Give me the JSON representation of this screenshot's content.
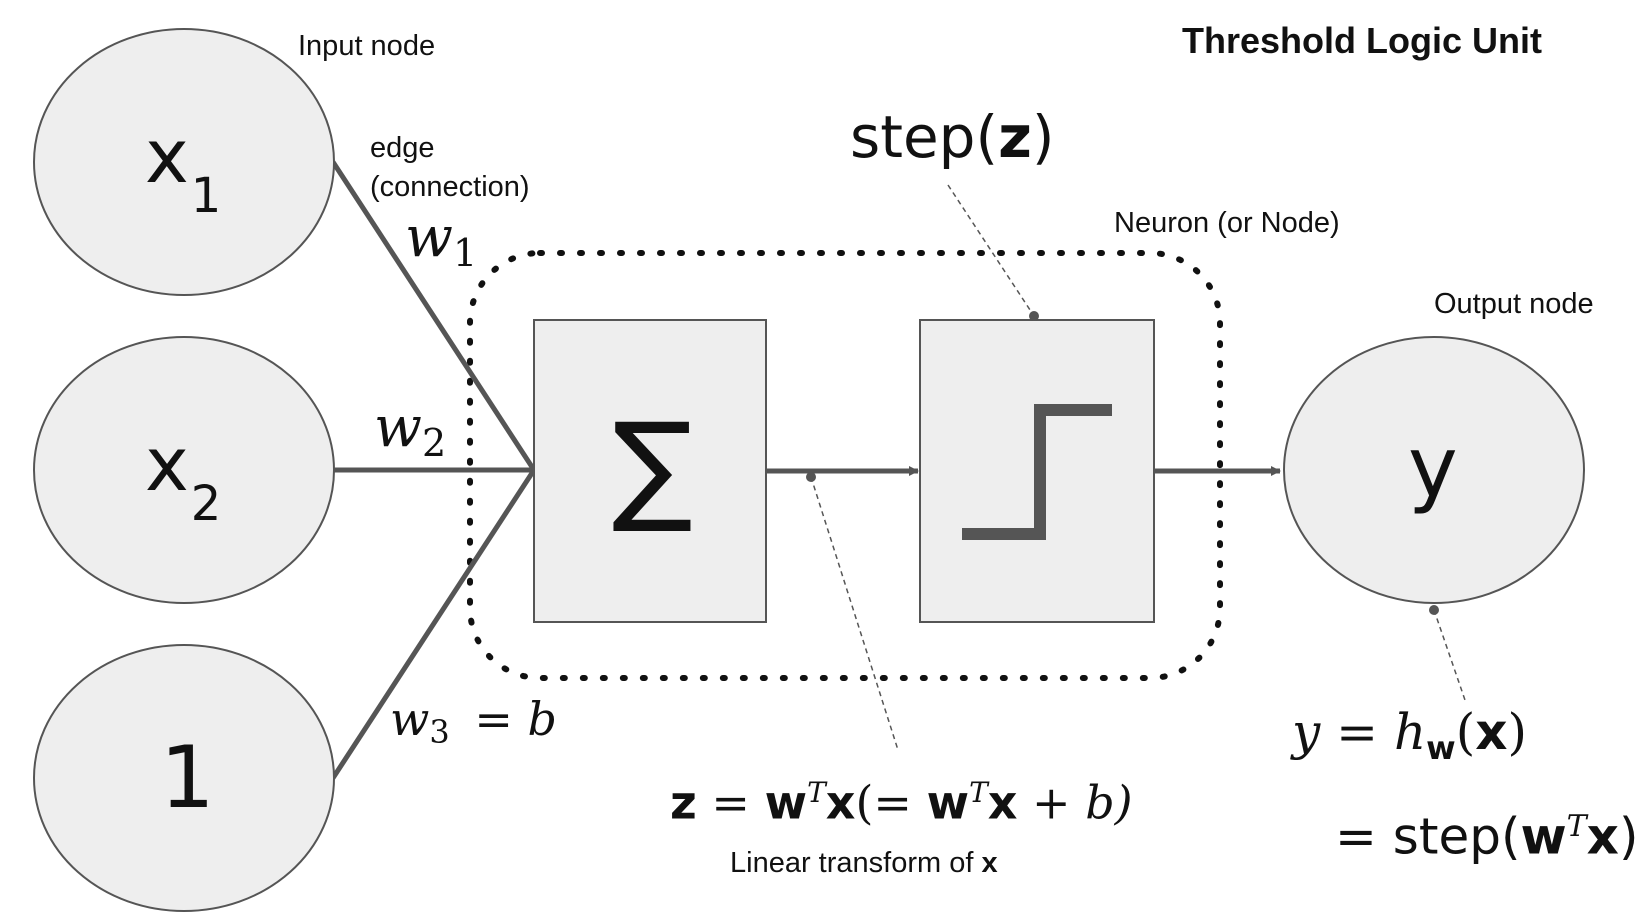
{
  "title": "Threshold Logic Unit",
  "inputs": [
    {
      "base": "x",
      "sub": "1"
    },
    {
      "base": "x",
      "sub": "2"
    },
    {
      "base": "1",
      "sub": ""
    }
  ],
  "weights": {
    "w1": {
      "base": "w",
      "sub": "1"
    },
    "w2": {
      "base": "w",
      "sub": "2"
    },
    "w3": {
      "base": "w",
      "sub": "3",
      "rest": "= b"
    }
  },
  "labels": {
    "input_node": "Input node",
    "edge_line1": "edge",
    "edge_line2": "(connection)",
    "neuron": "Neuron (or Node)",
    "output_node": "Output node",
    "linear_transform": "Linear transform of ",
    "linear_transform_bold": "x"
  },
  "sum_symbol": "∑",
  "step_label": {
    "pre": "step(",
    "bold": "z",
    "post": ")"
  },
  "output_symbol": "y",
  "equations": {
    "z_lhs": "z",
    "z_eq": " = ",
    "z_w": "w",
    "z_T": "T",
    "z_x": "x",
    "z_paren_open": "(= ",
    "z_w2": "w",
    "z_T2": "T",
    "z_x2": "x",
    "z_plus_b": " + b)",
    "y_lhs": "y",
    "y_eq": " = ",
    "y_h": "h",
    "y_h_sub": "w",
    "y_open": "(",
    "y_x": "x",
    "y_close": ")",
    "y2_eq": "= step(",
    "y2_w": "w",
    "y2_T": "T",
    "y2_x": "x",
    "y2_close": ")"
  },
  "colors": {
    "node_fill": "#eeeeee",
    "node_stroke": "#555555",
    "edge": "#555555",
    "dotted": "#111111"
  }
}
